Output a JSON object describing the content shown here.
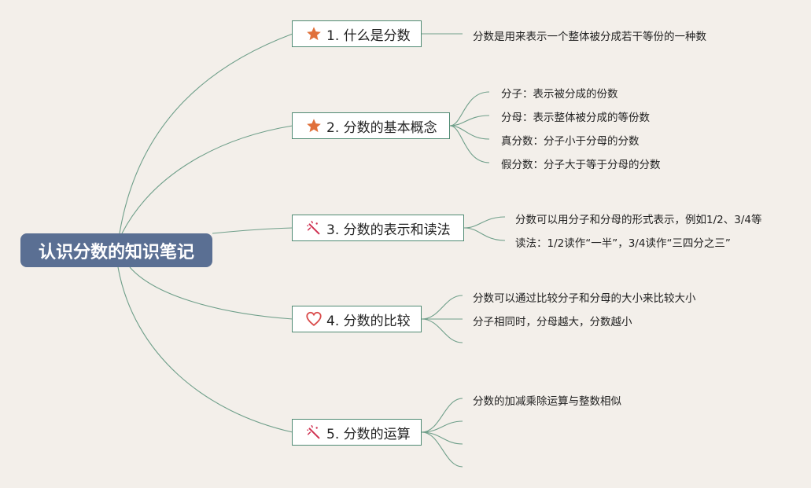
{
  "root": {
    "title": "认识分数的知识笔记"
  },
  "colors": {
    "root_bg": "#5a6f93",
    "line": "#6f9f8a",
    "star": "#e0703a",
    "heart": "#d94a4a",
    "wand": "#cf3050"
  },
  "topics": [
    {
      "icon": "star-icon",
      "label": "1. 什么是分数",
      "details": [
        "分数是用来表示一个整体被分成若干等份的一种数"
      ]
    },
    {
      "icon": "star-icon",
      "label": "2. 分数的基本概念",
      "details": [
        "分子：表示被分成的份数",
        "分母：表示整体被分成的等份数",
        "真分数：分子小于分母的分数",
        "假分数：分子大于等于分母的分数"
      ]
    },
    {
      "icon": "magic-wand-icon",
      "label": "3. 分数的表示和读法",
      "details": [
        "分数可以用分子和分母的形式表示，例如1/2、3/4等",
        "读法：1/2读作“一半”，3/4读作“三四分之三”"
      ]
    },
    {
      "icon": "heart-icon",
      "label": "4. 分数的比较",
      "details": [
        "分数可以通过比较分子和分母的大小来比较大小",
        "分子相同时，分母越大，分数越小"
      ]
    },
    {
      "icon": "magic-wand-icon",
      "label": "5. 分数的运算",
      "details": [
        "分数的加减乘除运算与整数相似"
      ]
    }
  ]
}
